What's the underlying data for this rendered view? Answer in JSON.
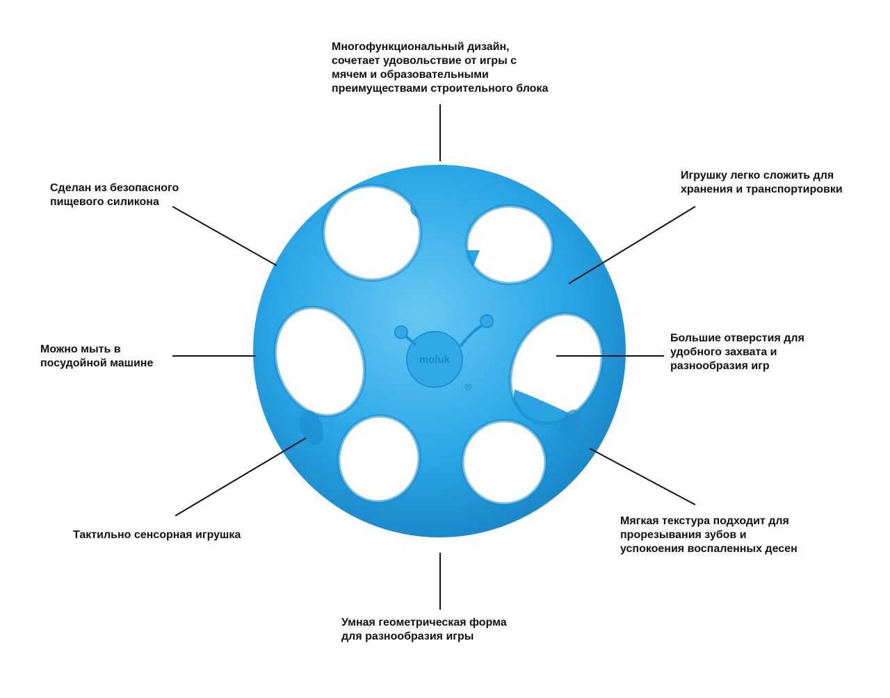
{
  "colors": {
    "ball": "#2aa6e6",
    "ball_dark": "#1585c8",
    "ball_light": "#6fccf5",
    "line": "#111111",
    "text": "#111111"
  },
  "product": {
    "logo_text": "moluk",
    "registered_mark": "®"
  },
  "callouts": {
    "top": {
      "line1": "Многофункциональный дизайн,",
      "line2": "сочетает удовольствие от игры с",
      "line3": "мячем и образовательными",
      "line4": "преимуществами строительного блока"
    },
    "top_left": {
      "line1": "Сделан из безопасного",
      "line2": "пищевого силикона"
    },
    "top_right": {
      "line1": "Игрушку легко сложить для",
      "line2": "хранения и транспортировки"
    },
    "middle_left": {
      "line1": "Можно мыть в",
      "line2": "посудойной машине"
    },
    "middle_right": {
      "line1": "Большие отверстия для",
      "line2": "удобного захвата и",
      "line3": "разнообразия игр"
    },
    "bottom_left": {
      "line1": "Тактильно сенсорная игрушка"
    },
    "bottom_right": {
      "line1": "Мягкая текстура подходит для",
      "line2": "прорезывания зубов и",
      "line3": "успокоения воспаленных десен"
    },
    "bottom": {
      "line1": "Умная геометрическая форма",
      "line2": "для разнообразия игры"
    }
  }
}
